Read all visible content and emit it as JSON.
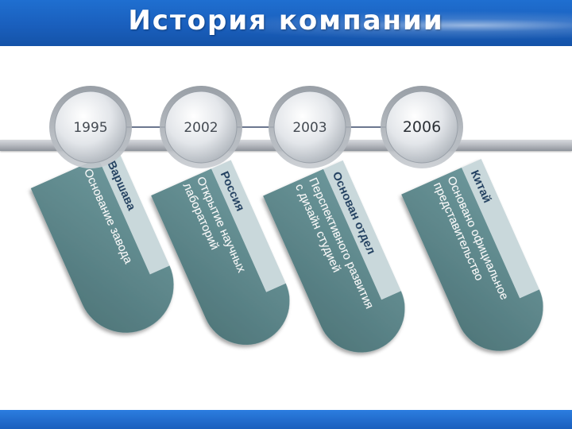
{
  "header": {
    "title": "История компании"
  },
  "milestones": [
    {
      "year": "1995",
      "title": "Варшава",
      "lines": [
        "Основание завода"
      ]
    },
    {
      "year": "2002",
      "title": "Россия",
      "lines": [
        "Открытие научных",
        "лабораторий"
      ]
    },
    {
      "year": "2003",
      "title": "Основан отдел",
      "lines": [
        "Перспективного развития",
        "с дизайн студией"
      ]
    },
    {
      "year": "2006",
      "title": "Китай",
      "lines": [
        "Основано официальное",
        "представительство"
      ]
    }
  ],
  "colors": {
    "header": "#1a5fbd",
    "card": "#5e8a8e",
    "card_strip": "#c9d8db",
    "circle": "#d9dde2",
    "timeline": "#b9bcc2"
  }
}
